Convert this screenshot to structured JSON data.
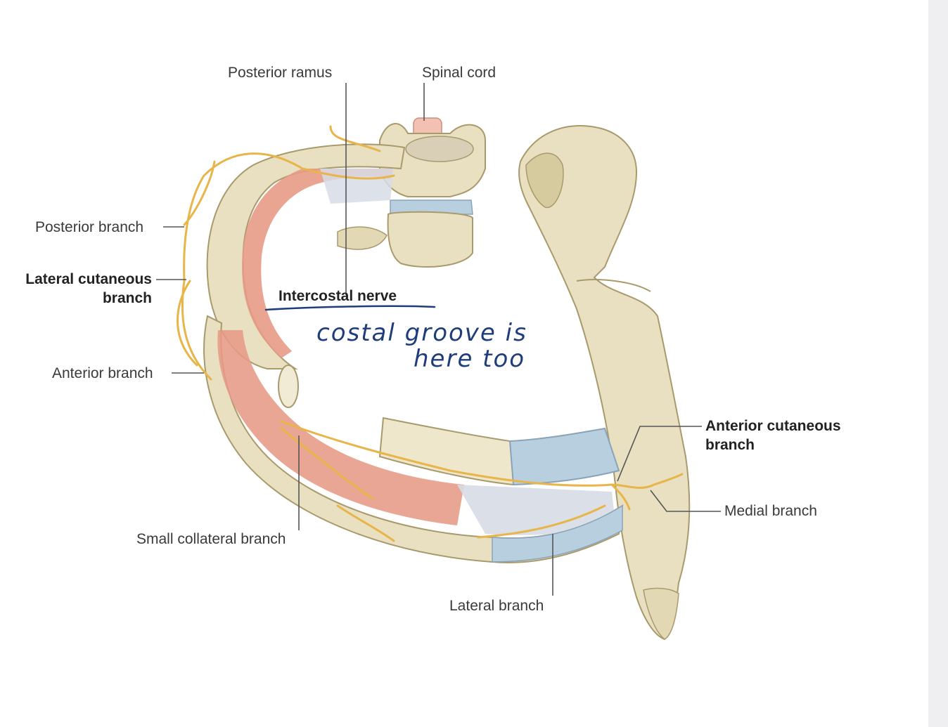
{
  "labels": {
    "posterior_ramus": "Posterior ramus",
    "spinal_cord": "Spinal cord",
    "posterior_branch": "Posterior branch",
    "lateral_cutaneous_line1": "Lateral cutaneous",
    "lateral_cutaneous_line2": "branch",
    "intercostal_nerve": "Intercostal nerve",
    "anterior_branch": "Anterior branch",
    "anterior_cutaneous_line1": "Anterior cutaneous",
    "anterior_cutaneous_line2": "branch",
    "medial_branch": "Medial branch",
    "small_collateral_branch": "Small collateral branch",
    "lateral_branch": "Lateral branch"
  },
  "annotation": {
    "line1": "costal groove is",
    "line2": "here too"
  },
  "colors": {
    "bone": "#e9e0c2",
    "bone_shadow": "#cfc39c",
    "muscle": "#e79a86",
    "cartilage": "#b8cfe0",
    "nerve": "#e8b54a",
    "spinal_cord": "#f2c1b4",
    "ink": "#1f3d7a"
  }
}
